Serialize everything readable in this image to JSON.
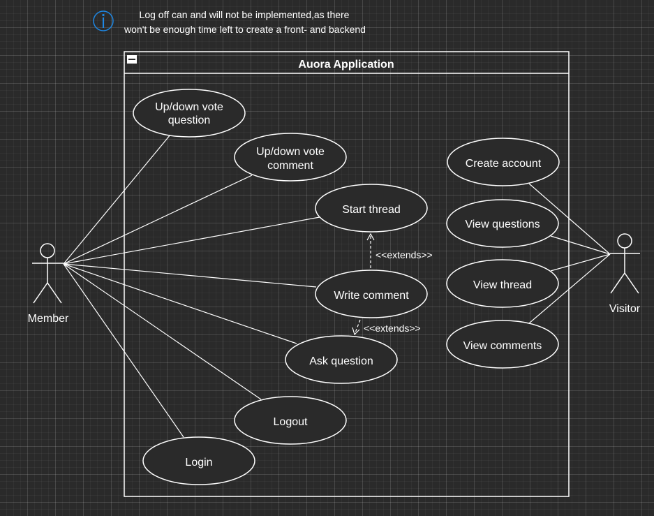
{
  "note": {
    "icon": "info-icon",
    "lines": [
      "Log off can and will not be implemented,as there",
      "won't be enough time left to create a front- and backend"
    ]
  },
  "system": {
    "title": "Auora Application"
  },
  "actors": {
    "member": {
      "label": "Member"
    },
    "visitor": {
      "label": "Visitor"
    }
  },
  "use_cases": {
    "updown_question": {
      "lines": [
        "Up/down vote",
        "question"
      ]
    },
    "updown_comment": {
      "lines": [
        "Up/down vote",
        "comment"
      ]
    },
    "start_thread": {
      "lines": [
        "Start thread"
      ]
    },
    "write_comment": {
      "lines": [
        "Write comment"
      ]
    },
    "ask_question": {
      "lines": [
        "Ask question"
      ]
    },
    "logout": {
      "lines": [
        "Logout"
      ]
    },
    "login": {
      "lines": [
        "Login"
      ]
    },
    "create_account": {
      "lines": [
        "Create account"
      ]
    },
    "view_questions": {
      "lines": [
        "View questions"
      ]
    },
    "view_thread": {
      "lines": [
        "View thread"
      ]
    },
    "view_comments": {
      "lines": [
        "View comments"
      ]
    }
  },
  "extends": {
    "write_to_start": {
      "label": "<<extends>>"
    },
    "write_to_ask": {
      "label": "<<extends>>"
    }
  },
  "associations": {
    "member": [
      "updown_question",
      "updown_comment",
      "start_thread",
      "write_comment",
      "ask_question",
      "logout",
      "login"
    ],
    "visitor": [
      "create_account",
      "view_questions",
      "view_thread",
      "view_comments"
    ]
  },
  "colors": {
    "background": "#2a2a2a",
    "line": "#ffffff",
    "info": "#1e88e5"
  }
}
